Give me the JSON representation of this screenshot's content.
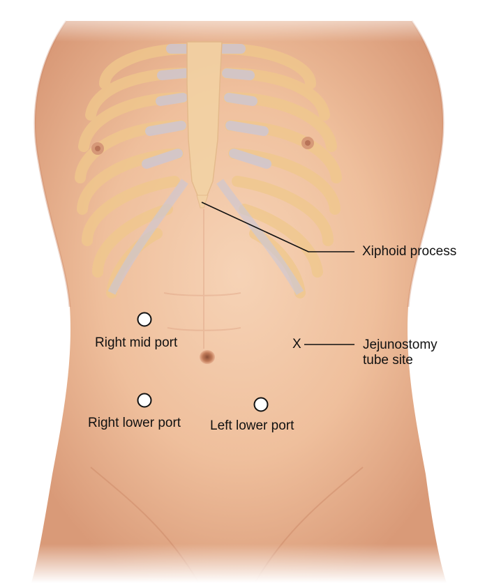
{
  "labels": {
    "xiphoid": "Xiphoid process",
    "jejunostomy_line1": "Jejunostomy",
    "jejunostomy_line2": "tube site",
    "right_mid_port": "Right mid port",
    "right_lower_port": "Right lower port",
    "left_lower_port": "Left lower port"
  },
  "markers": {
    "jejunostomy_symbol": "X"
  },
  "colors": {
    "skin": "#f2c7a6",
    "skin_shadow": "#d9987a",
    "rib": "#f0c88c",
    "cartilage": "#c9c7d9",
    "leader_line": "#111111"
  }
}
